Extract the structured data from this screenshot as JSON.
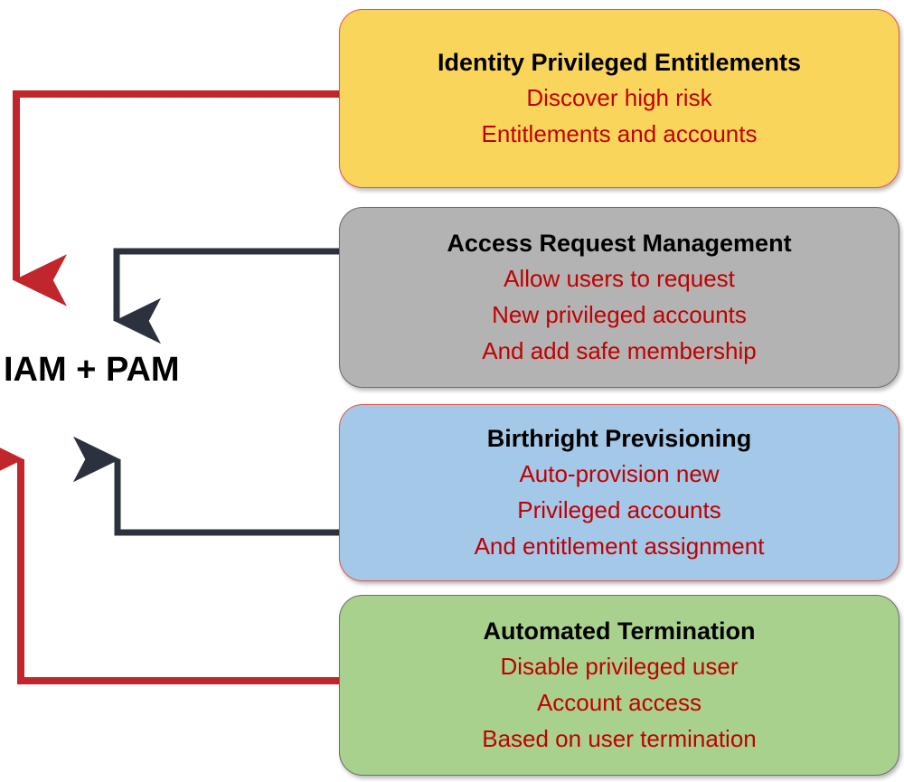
{
  "diagram": {
    "hub_label": "IAM + PAM",
    "colors": {
      "yellow": "#FAD55C",
      "gray": "#B3B3B3",
      "blue": "#A3C8E8",
      "green": "#A9D18E",
      "red_accent": "#C00000",
      "red_arrow": "#C0262B",
      "dark_arrow": "#2B323D",
      "title_text": "#000000",
      "body_text": "#C00000"
    },
    "boxes": [
      {
        "id": "identity-privileged-entitlements",
        "title": "Identity Privileged Entitlements",
        "lines": [
          "Discover high risk",
          "Entitlements and accounts"
        ],
        "fill": "#FAD55C",
        "connector": "red"
      },
      {
        "id": "access-request-management",
        "title": "Access Request Management",
        "lines": [
          "Allow users to request",
          "New privileged accounts",
          "And add safe membership"
        ],
        "fill": "#B3B3B3",
        "connector": "dark"
      },
      {
        "id": "birthright-previsioning",
        "title": "Birthright Previsioning",
        "lines": [
          "Auto-provision new",
          "Privileged accounts",
          "And entitlement assignment"
        ],
        "fill": "#A3C8E8",
        "connector": "dark"
      },
      {
        "id": "automated-termination",
        "title": "Automated Termination",
        "lines": [
          "Disable privileged user",
          "Account access",
          "Based on user termination"
        ],
        "fill": "#A9D18E",
        "connector": "red"
      }
    ],
    "connectors": [
      {
        "name": "identity-entitlements-connector",
        "color": "#C0262B",
        "direction": "down-left"
      },
      {
        "name": "access-request-connector",
        "color": "#2B323D",
        "direction": "down-left"
      },
      {
        "name": "birthright-connector",
        "color": "#2B323D",
        "direction": "up-left"
      },
      {
        "name": "automated-termination-connector",
        "color": "#C0262B",
        "direction": "up-left"
      }
    ]
  }
}
